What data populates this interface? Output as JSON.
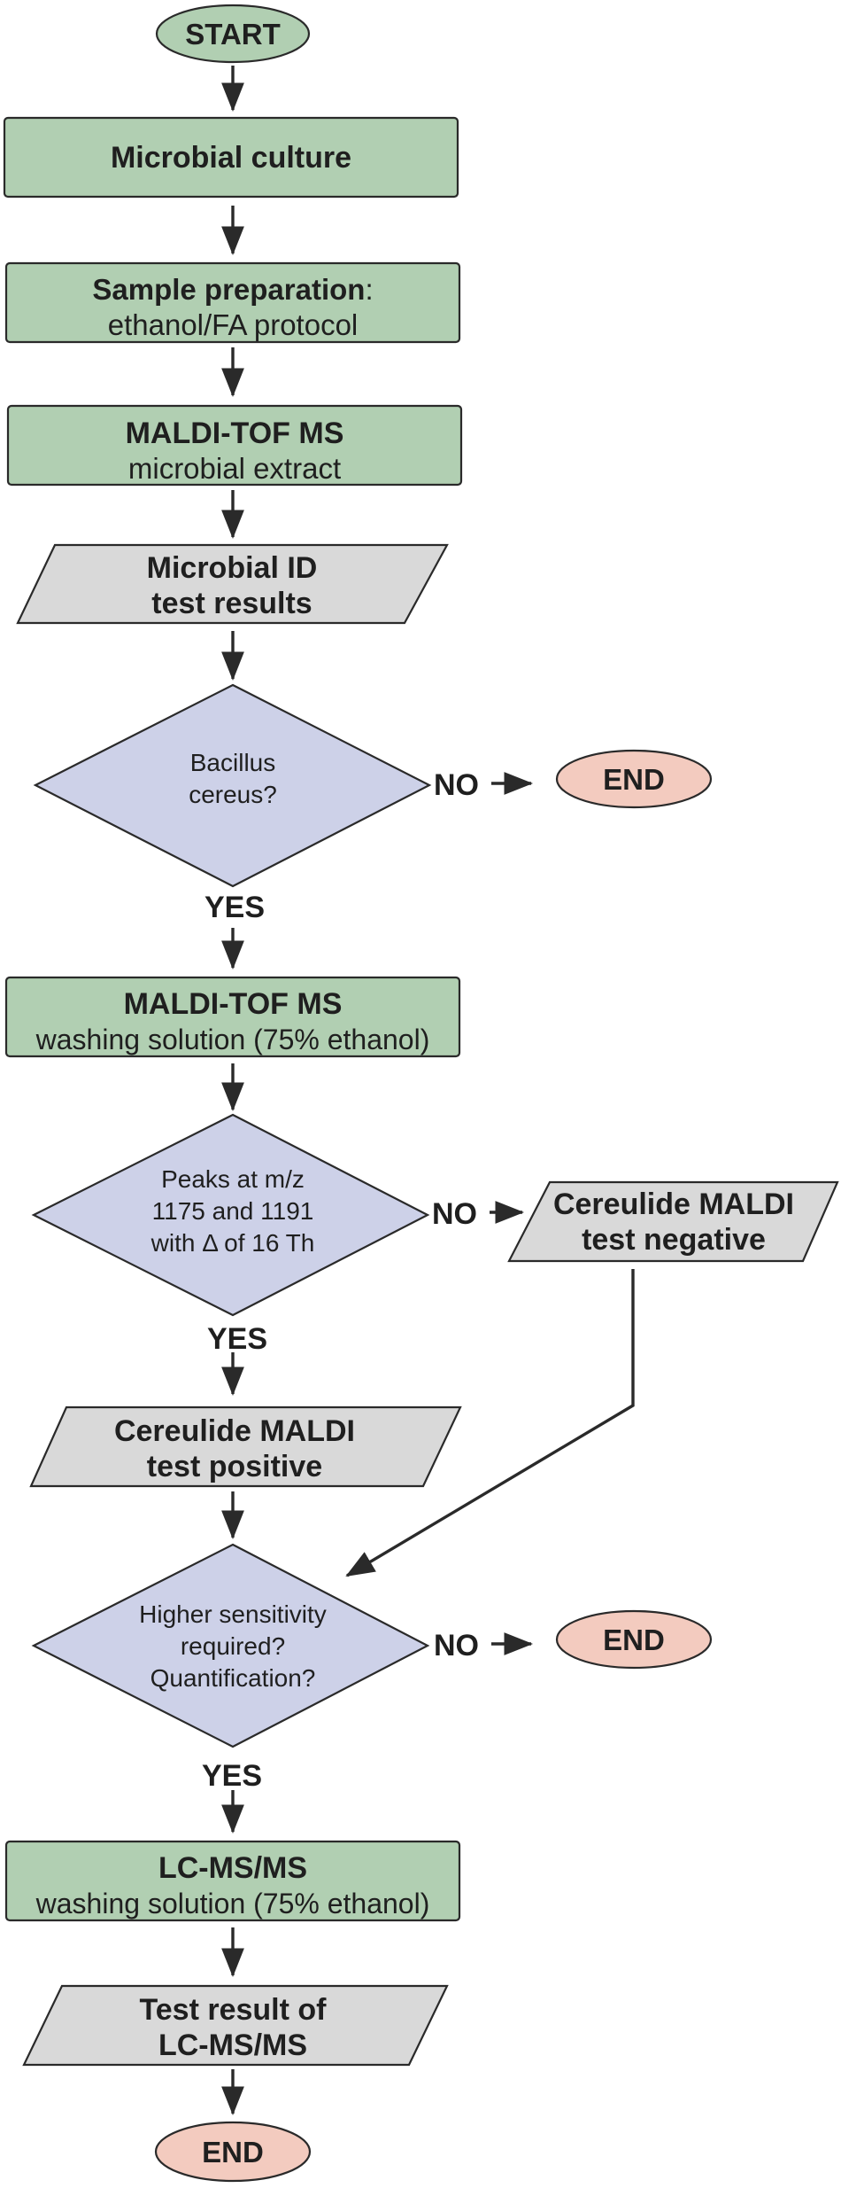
{
  "colors": {
    "process": "#b1cfb2",
    "io": "#d9d9d9",
    "decision": "#cdd1e8",
    "end": "#f3cbbf",
    "line": "#2a2a2a"
  },
  "start": "START",
  "end_label": "END",
  "yes_label": "YES",
  "no_label": "NO",
  "culture": "Microbial culture",
  "sample_prep": {
    "bold": "Sample preparation",
    "colon": ":",
    "line2": "ethanol/FA protocol"
  },
  "maldi_extract": {
    "line1": "MALDI-TOF MS",
    "line2": "microbial extract"
  },
  "id_results": {
    "line1": "Microbial ID",
    "line2": "test results"
  },
  "decision_bacillus": {
    "line1": "Bacillus",
    "line2": "cereus?"
  },
  "maldi_wash": {
    "line1": "MALDI-TOF MS",
    "line2": "washing solution (75% ethanol)"
  },
  "decision_peaks": {
    "line1": "Peaks at m/z",
    "line2": "1175 and 1191",
    "line3": "with Δ of 16 Th"
  },
  "cereulide_negative": {
    "line1": "Cereulide MALDI",
    "line2": "test negative"
  },
  "cereulide_positive": {
    "line1": "Cereulide MALDI",
    "line2": "test positive"
  },
  "decision_sensitivity": {
    "line1": "Higher sensitivity",
    "line2": "required?",
    "line3": "Quantification?"
  },
  "lcms_wash": {
    "line1": "LC-MS/MS",
    "line2": "washing solution (75% ethanol)"
  },
  "lcms_result": {
    "line1": "Test result of",
    "line2": "LC-MS/MS"
  }
}
